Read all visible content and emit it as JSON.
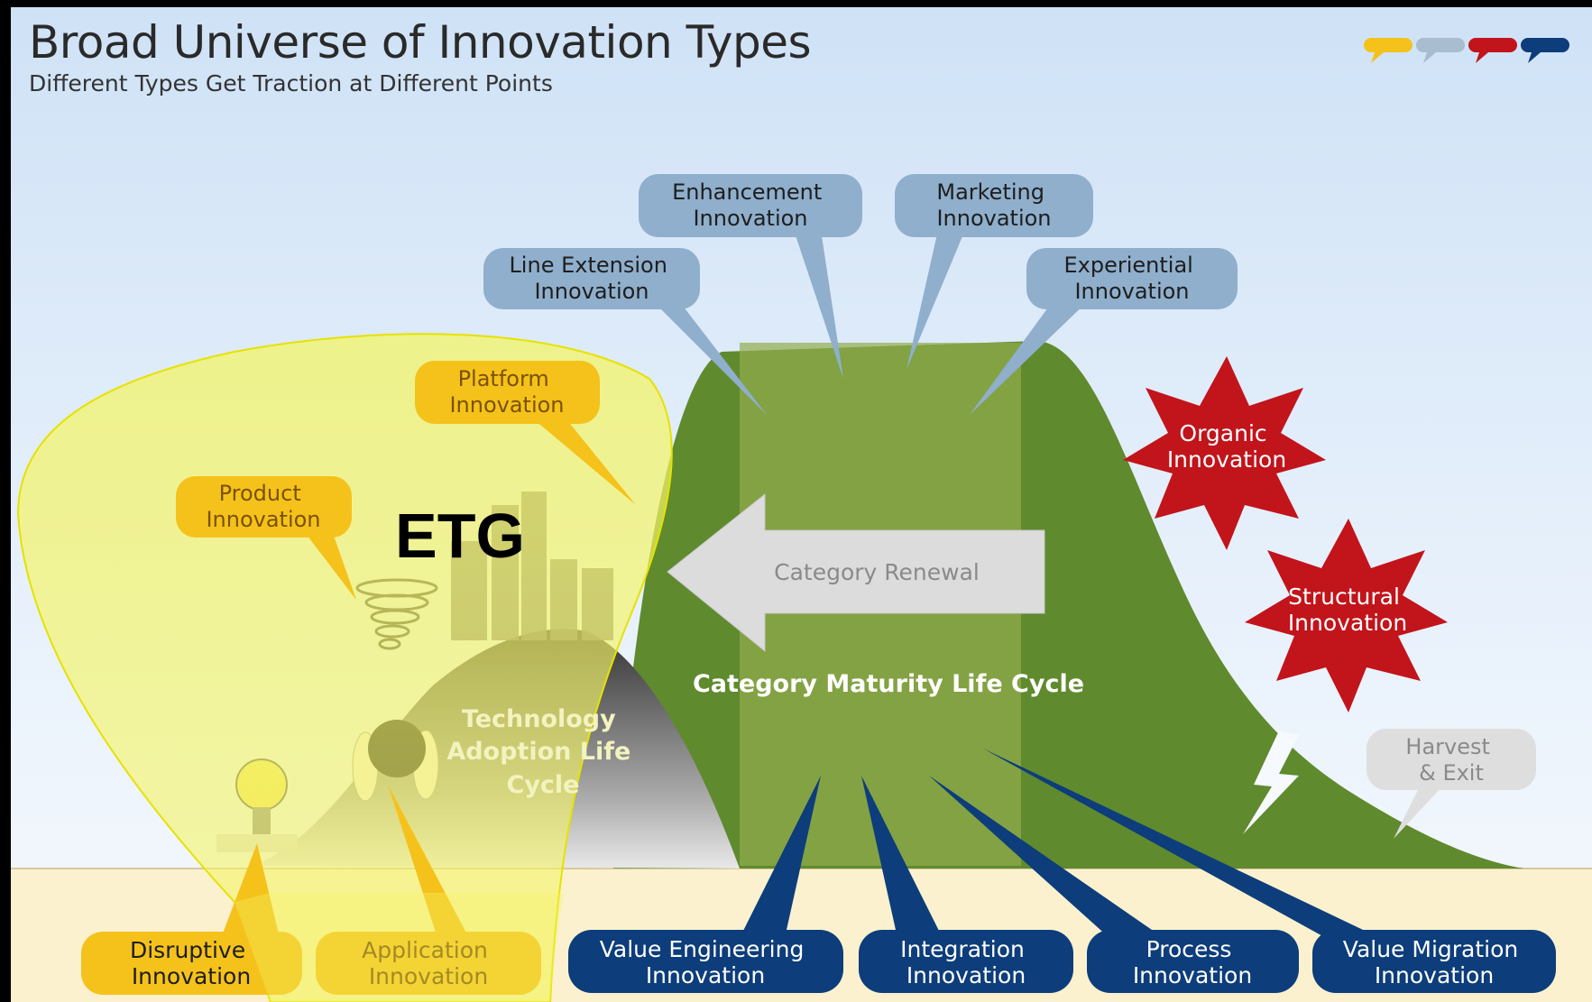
{
  "title": "Broad Universe of Innovation Types",
  "subtitle": "Different Types Get Traction at Different Points",
  "overlay_label": "ETG",
  "arrow_label": "Category Renewal",
  "curves": {
    "category_maturity": "Category Maturity Life Cycle",
    "technology_adoption": [
      "Technology",
      "Adoption Life",
      "Cycle"
    ]
  },
  "callouts": {
    "enhancement": [
      "Enhancement",
      "Innovation"
    ],
    "marketing": [
      "Marketing",
      "Innovation"
    ],
    "line_extension": [
      "Line Extension",
      "Innovation"
    ],
    "experiential": [
      "Experiential",
      "Innovation"
    ],
    "platform": [
      "Platform",
      "Innovation"
    ],
    "product": [
      "Product",
      "Innovation"
    ],
    "organic": [
      "Organic",
      "Innovation"
    ],
    "structural": [
      "Structural",
      "Innovation"
    ],
    "harvest": [
      "Harvest",
      "& Exit"
    ],
    "disruptive": [
      "Disruptive",
      "Innovation"
    ],
    "application": [
      "Application",
      "Innovation"
    ],
    "value_engineering": [
      "Value Engineering",
      "Innovation"
    ],
    "integration": [
      "Integration",
      "Innovation"
    ],
    "process": [
      "Process",
      "Innovation"
    ],
    "value_migration": [
      "Value Migration",
      "Innovation"
    ]
  },
  "colors": {
    "gold": "#f5c21b",
    "steel_blue": "#8fafcc",
    "navy": "#0d3d7a",
    "red": "#c2141b",
    "green": "#5f8a2e",
    "light_green": "#93ad4f",
    "overlay_yellow": "#f4f466",
    "ground": "#fbf1cf"
  },
  "legend_bubbles": [
    "gold",
    "steel-blue",
    "red",
    "navy"
  ]
}
